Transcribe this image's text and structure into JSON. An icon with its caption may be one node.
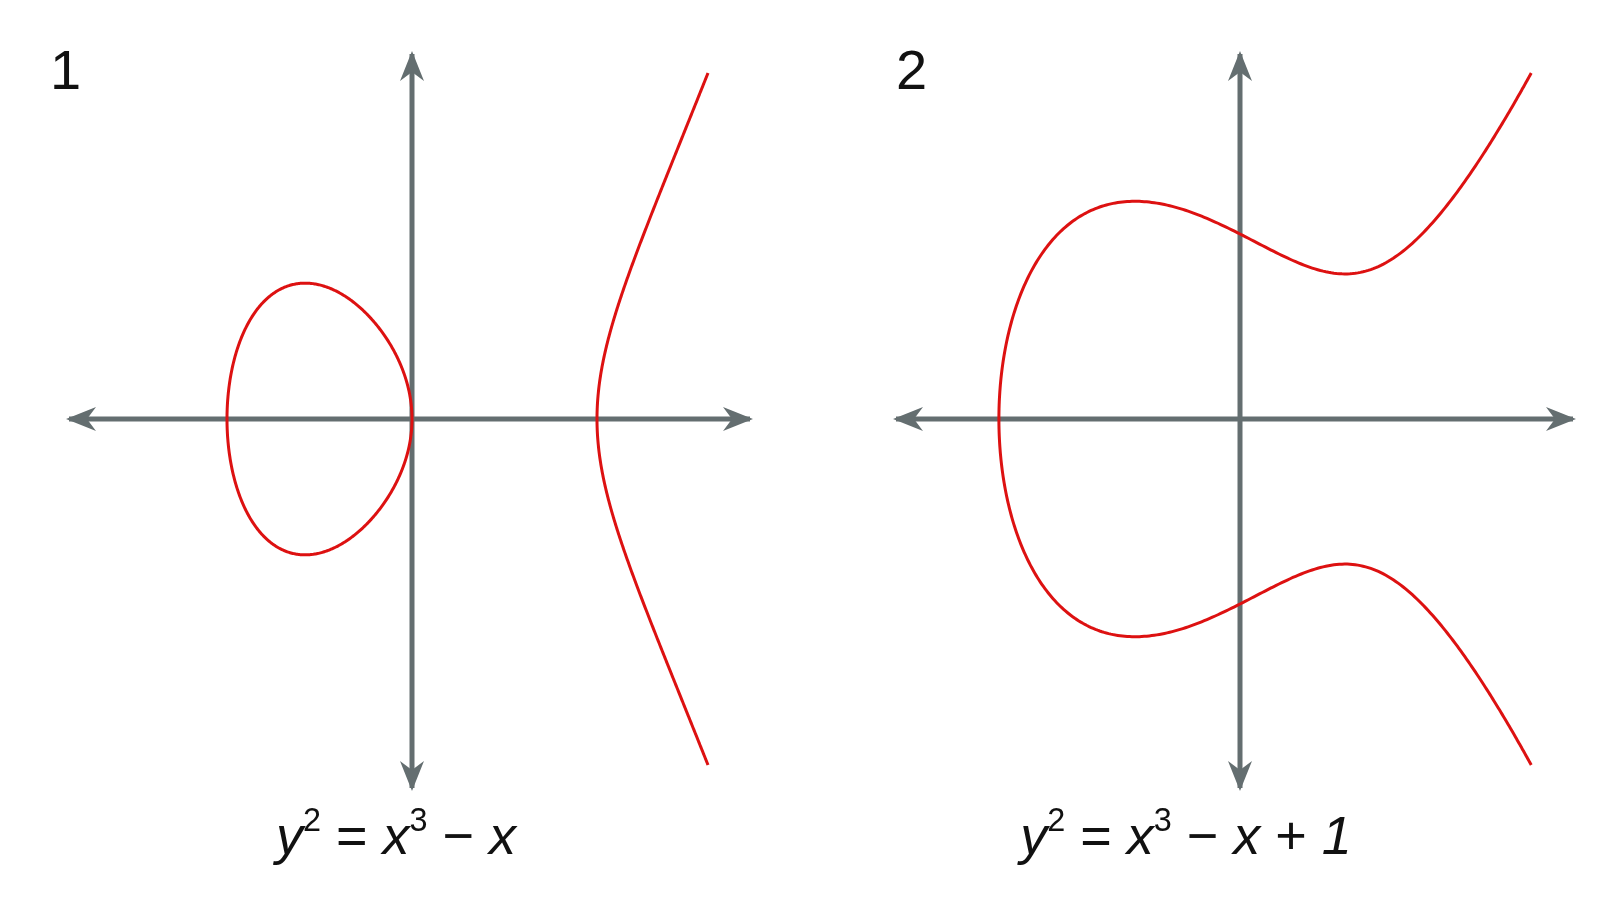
{
  "diagram": {
    "labels": [
      "1",
      "2",
      "*y*$^{2}$ = *x*$^{3}$ − *x*",
      "*y*$^{2}$ = *x*$^{3}$ − *x* + *1*"
    ]
  }
}
